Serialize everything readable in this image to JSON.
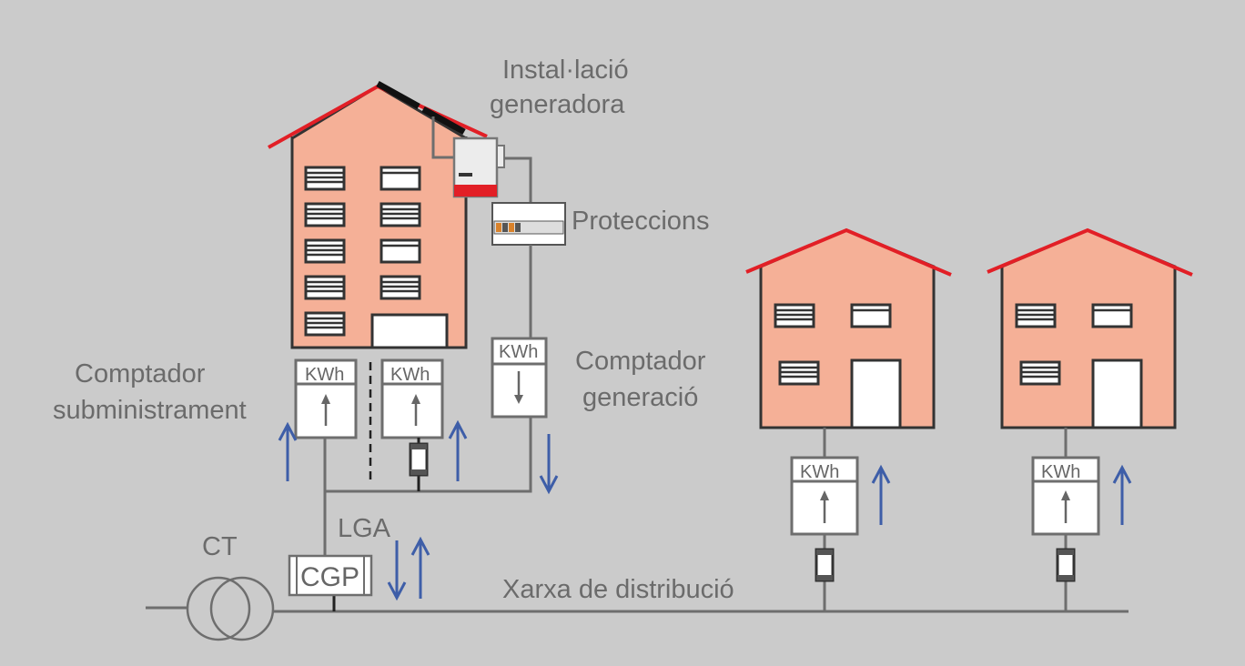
{
  "diagram": {
    "labels": {
      "generator": [
        "Instal·lació",
        "generadora"
      ],
      "protections": "Proteccions",
      "supply_meter": [
        "Comptador",
        "subministrament"
      ],
      "generation_meter": [
        "Comptador",
        "generació"
      ],
      "lga": "LGA",
      "ct": "CT",
      "cgp": "CGP",
      "network": "Xarxa de distribució"
    },
    "meter_label": "KWh",
    "meters": [
      {
        "id": "supply-1",
        "label": "KWh",
        "direction": "up"
      },
      {
        "id": "supply-2",
        "label": "KWh",
        "direction": "up"
      },
      {
        "id": "generation",
        "label": "KWh",
        "direction": "down"
      },
      {
        "id": "house-1",
        "label": "KWh",
        "direction": "up"
      },
      {
        "id": "house-2",
        "label": "KWh",
        "direction": "up"
      }
    ],
    "colors": {
      "background": "#cbcbcb",
      "wall": "#f5b097",
      "roof": "#e21f26",
      "flow_arrow": "#3e5ea8",
      "text": "#6b6b6b"
    }
  }
}
